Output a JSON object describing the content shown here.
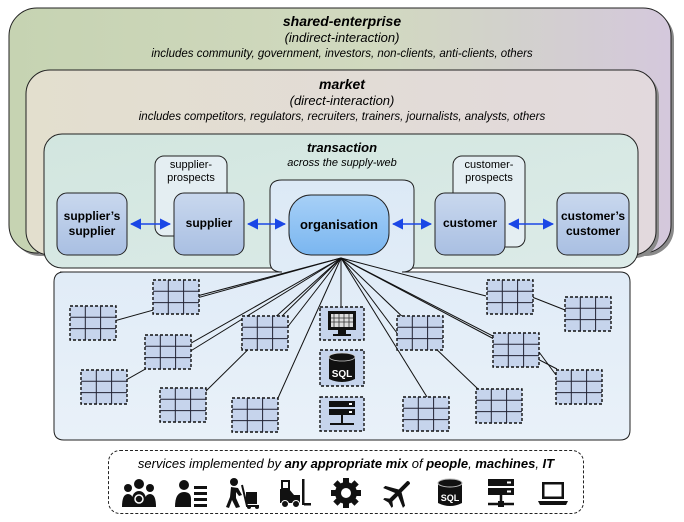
{
  "layers": {
    "shared_enterprise": {
      "title": "shared-enterprise",
      "subtitle": "(indirect-interaction)",
      "detail": "includes community, government, investors, non-clients, anti-clients, others"
    },
    "market": {
      "title": "market",
      "subtitle": "(direct-interaction)",
      "detail": "includes competitors, regulators, recruiters, trainers, journalists, analysts, others"
    },
    "transaction": {
      "title": "transaction",
      "subtitle": "across the supply-web"
    }
  },
  "nodes": {
    "suppliers_supplier": [
      "supplier’s",
      "supplier"
    ],
    "supplier_prospects": [
      "supplier-",
      "prospects"
    ],
    "supplier": "supplier",
    "organisation": "organisation",
    "customer_prospects": [
      "customer-",
      "prospects"
    ],
    "customer": "customer",
    "customers_customer": [
      "customer’s",
      "customer"
    ]
  },
  "legend": {
    "prefix": "services implemented by ",
    "mix": "any appropriate mix",
    "of": " of ",
    "people": "people",
    "sep1": ", ",
    "machines": "machines",
    "sep2": ", ",
    "it": "IT",
    "sql_label": "SQL",
    "icons": [
      "people-group-icon",
      "person-list-icon",
      "person-trolley-icon",
      "forklift-icon",
      "gear-icon",
      "airplane-icon",
      "database-icon",
      "server-network-icon",
      "laptop-icon"
    ]
  },
  "service_icons": {
    "database_label": "SQL"
  },
  "colors": {
    "shared_enterprise_bg": "#cfd9b8",
    "market_bg": "#e6e1d3",
    "transaction_bg": "#d8e8e4",
    "service_area_bg": "#e4eef7",
    "node_fill": "#b8cbe7",
    "organisation_fill": "#8fc1f3",
    "arrow": "#1a46e6",
    "grid_fill": "#c6d4ec"
  }
}
